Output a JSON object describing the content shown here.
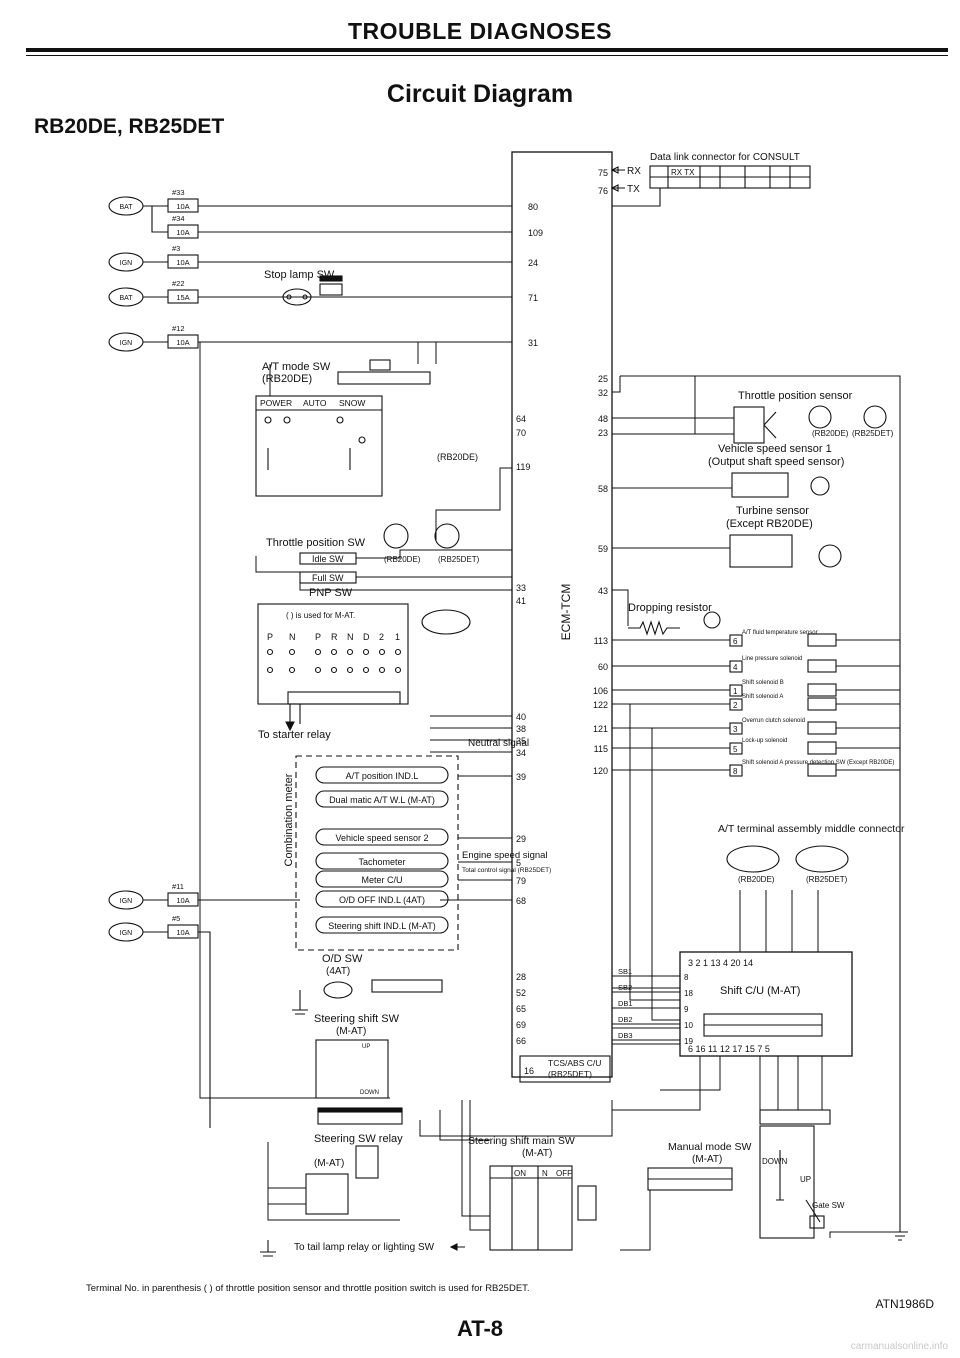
{
  "header": {
    "title": "TROUBLE DIAGNOSES",
    "subtitle": "Circuit Diagram",
    "model": "RB20DE, RB25DET"
  },
  "power_sources": [
    {
      "src": "BAT",
      "fuse": "#33",
      "amps": "10A",
      "pin": "80"
    },
    {
      "src": "",
      "fuse": "#34",
      "amps": "10A",
      "pin": "109"
    },
    {
      "src": "IGN",
      "fuse": "#3",
      "amps": "10A",
      "pin": "24"
    },
    {
      "src": "BAT",
      "fuse": "#22",
      "amps": "15A",
      "pin": "71"
    },
    {
      "src": "IGN",
      "fuse": "#12",
      "amps": "10A",
      "pin": "31"
    }
  ],
  "power_sources_lower": [
    {
      "src": "IGN",
      "fuse": "#11",
      "amps": "10A"
    },
    {
      "src": "IGN",
      "fuse": "#5",
      "amps": "10A"
    }
  ],
  "ecm": {
    "label": "ECM-TCM",
    "left_pins": [
      "64",
      "70",
      "119",
      "33",
      "41",
      "40",
      "38",
      "35",
      "34",
      "39",
      "29",
      "5",
      "79",
      "68",
      "28",
      "52",
      "65",
      "69",
      "66"
    ],
    "right_pins": [
      "75",
      "76",
      "25",
      "32",
      "48",
      "23",
      "58",
      "59",
      "43",
      "113",
      "60",
      "106",
      "122",
      "121",
      "115",
      "120"
    ]
  },
  "consult": {
    "title": "Data link connector for CONSULT",
    "rx": "RX",
    "tx": "TX",
    "plug": "RX TX"
  },
  "left_components": {
    "stop_lamp": "Stop lamp SW",
    "at_mode": {
      "title": "A/T mode SW",
      "variant": "(RB20DE)",
      "cols": [
        "POWER",
        "AUTO",
        "SNOW"
      ]
    },
    "rb20de_tag": "(RB20DE)",
    "throttle_sw": {
      "title": "Throttle position SW",
      "idle": "Idle SW",
      "full": "Full SW",
      "rb20de": "(RB20DE)",
      "rb25det": "(RB25DET)"
    },
    "pnp": {
      "title": "PNP SW",
      "note": "( ) is used for M-AT.",
      "positions": [
        "P",
        "N",
        "P",
        "R",
        "N",
        "D",
        "2",
        "1"
      ]
    },
    "starter": "To starter relay",
    "neutral": "Neutral signal",
    "meter_group": "Combination meter",
    "meter_items": [
      "A/T position IND.L",
      "Dual matic A/T W.L (M-AT)",
      "Vehicle speed sensor 2",
      "Tachometer",
      "Meter C/U",
      "O/D OFF IND.L (4AT)",
      "Steering shift IND.L (M-AT)"
    ],
    "engine_speed": "Engine speed signal",
    "total_control": "Total control signal (RB25DET)",
    "od_sw": {
      "title": "O/D SW",
      "sub": "(4AT)"
    },
    "steering_shift_sw": {
      "title": "Steering shift SW",
      "sub": "(M-AT)",
      "up": "UP",
      "down": "DOWN"
    },
    "steering_relay": {
      "title": "Steering SW relay",
      "sub": "(M-AT)"
    },
    "tail_lamp": "To tail lamp relay or lighting SW"
  },
  "right_components": {
    "tps": {
      "title": "Throttle position sensor",
      "rb20de": "(RB20DE)",
      "rb25det": "(RB25DET)"
    },
    "vss1": {
      "title": "Vehicle speed sensor 1",
      "sub": "(Output shaft speed sensor)"
    },
    "turbine": {
      "title": "Turbine sensor",
      "sub": "(Except RB20DE)"
    },
    "resistor": "Dropping resistor",
    "solenoids": [
      "A/T fluid temperature sensor",
      "Line pressure solenoid",
      "Shift solenoid B",
      "Shift solenoid A",
      "Overrun clutch solenoid",
      "Lock-up solenoid",
      "Shift solenoid A pressure detection SW (Except RB20DE)"
    ],
    "solenoid_pins": [
      "6",
      "4",
      "1",
      "2",
      "3",
      "5",
      "8"
    ],
    "at_term": {
      "title": "A/T terminal assembly middle connector",
      "rb20de": "(RB20DE)",
      "rb25det": "(RB25DET)"
    },
    "shift_cu": {
      "title": "Shift C/U (M-AT)",
      "top_pins": "3 2 1 13 4 20 14",
      "bottom_pins": "6 16 11 12 17 15 7 5",
      "sig": [
        "SB1",
        "SB2",
        "DB1",
        "DB2",
        "DB3"
      ],
      "sig_pins": [
        "8",
        "18",
        "9",
        "10",
        "19"
      ]
    },
    "tcs": {
      "pin": "16",
      "label": "TCS/ABS C/U",
      "sub": "(RB25DET)"
    },
    "steering_main": {
      "title": "Steering shift main SW",
      "sub": "(M-AT)",
      "cols": [
        "ON",
        "N",
        "OFF"
      ]
    },
    "manual_mode": {
      "title": "Manual mode SW",
      "sub": "(M-AT)",
      "down": "DOWN",
      "up": "UP",
      "gate": "Gate SW"
    }
  },
  "footer": {
    "note": "Terminal No. in parenthesis (   ) of throttle position sensor and throttle position switch is used for RB25DET.",
    "code": "ATN1986D",
    "page": "AT-8",
    "watermark": "carmanualsonline.info"
  }
}
